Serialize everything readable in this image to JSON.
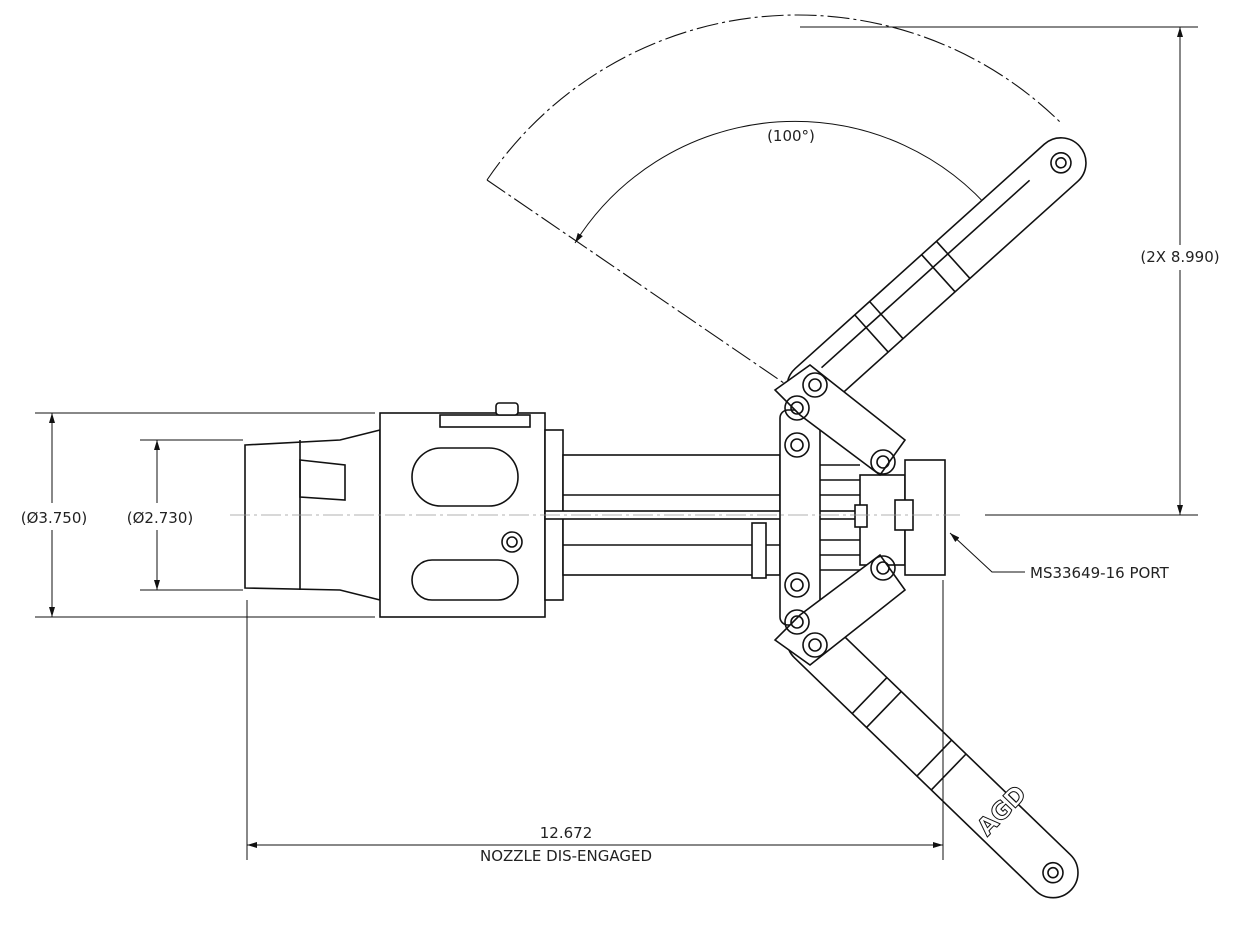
{
  "dimensions": {
    "angle": "(100°)",
    "handle_height": "(2X 8.990)",
    "outer_diameter": "(Ø3.750)",
    "inner_diameter": "(Ø2.730)",
    "length": "12.672",
    "length_note": "NOZZLE DIS-ENGAGED"
  },
  "callouts": {
    "port": "MS33649-16 PORT"
  },
  "logo": {
    "text": "AGD"
  },
  "colors": {
    "line": "#111111",
    "background": "#ffffff"
  }
}
